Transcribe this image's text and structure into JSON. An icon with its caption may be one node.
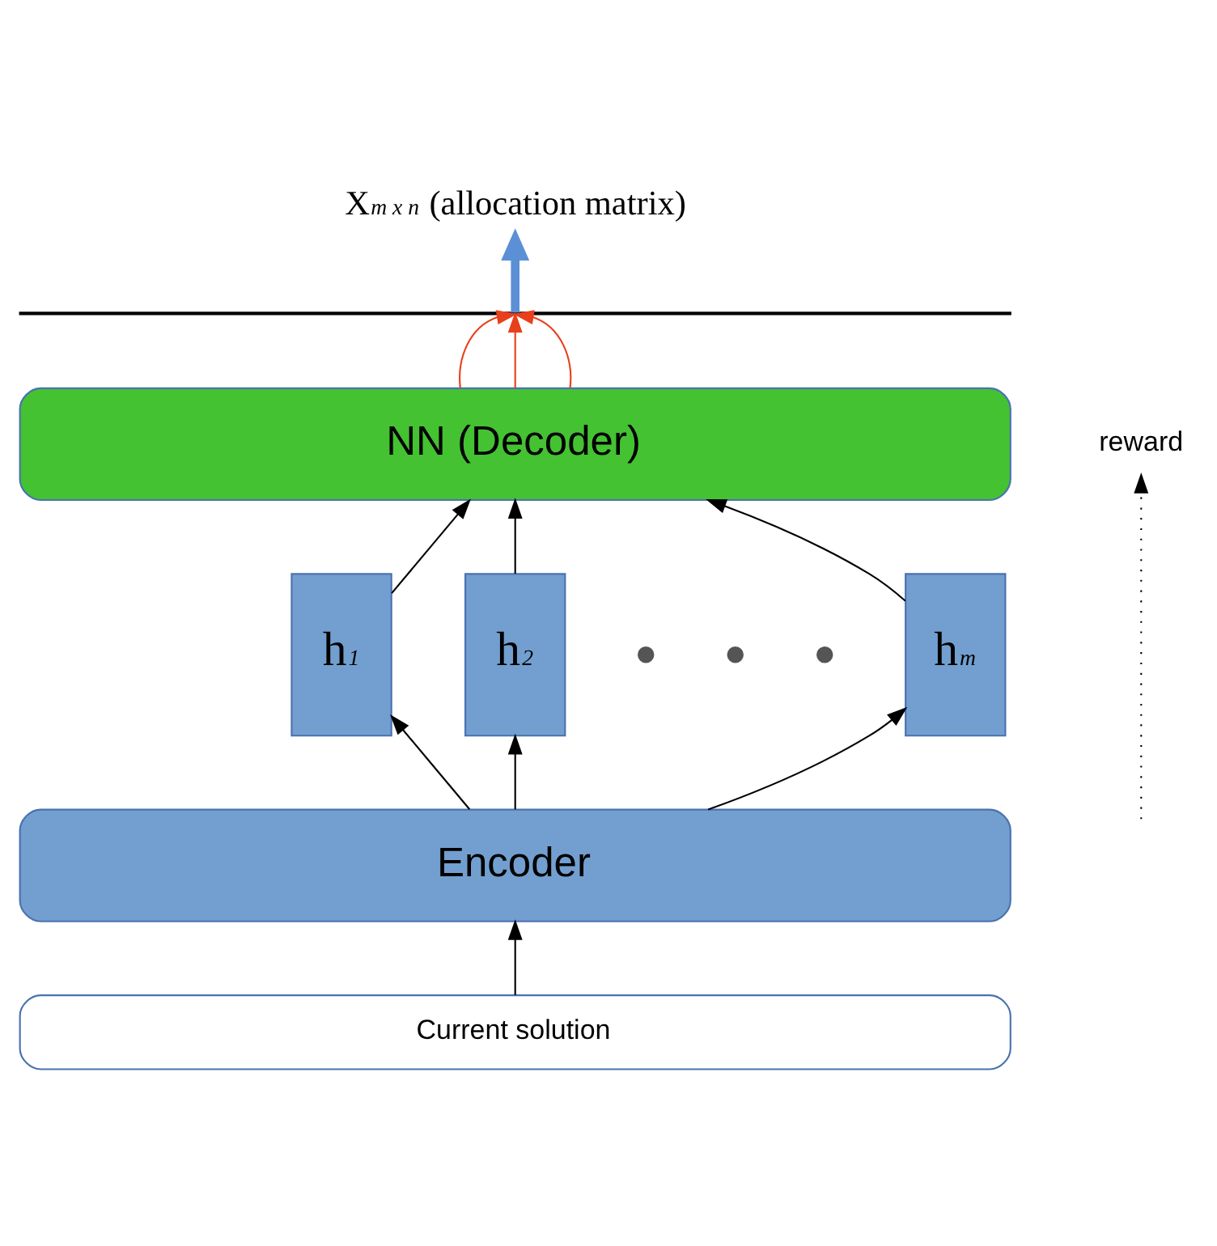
{
  "diagram": {
    "nodes": [
      {
        "text": [
          "X$_{m x n}$ (allocation matrix)"
        ]
      },
      {
        "text": [],
        "shape": "bar"
      },
      {
        "text": [
          "NN (Decoder)"
        ]
      },
      {
        "text": [
          "h$_{1}$"
        ]
      },
      {
        "text": [
          "h$_{2}$"
        ]
      },
      {
        "text": [
          "h$_{m}$"
        ]
      },
      {
        "text": [
          "Encoder"
        ]
      },
      {
        "text": [
          "Current solution"
        ]
      }
    ],
    "edges": [
      {
        "from": 7,
        "to": 6,
        "arrow": "to"
      },
      {
        "from": 6,
        "to": 3,
        "arrow": "to"
      },
      {
        "from": 6,
        "to": 4,
        "arrow": "to"
      },
      {
        "from": 6,
        "to": 5,
        "arrow": "to"
      },
      {
        "from": 3,
        "to": 2,
        "arrow": "to"
      },
      {
        "from": 4,
        "to": 2,
        "arrow": "to"
      },
      {
        "from": 5,
        "to": 2,
        "arrow": "to"
      },
      {
        "from": 2,
        "to": 1,
        "arrow": "to",
        "color": "#e8401c"
      },
      {
        "from": 2,
        "to": 1,
        "arrow": "to",
        "color": "#e8401c"
      },
      {
        "from": 2,
        "to": 1,
        "arrow": "to",
        "color": "#e8401c"
      },
      {
        "from": 1,
        "to": 0,
        "arrow": "to",
        "style": "thick",
        "color": "#5b8fd6"
      }
    ],
    "labels": [
      "reward"
    ]
  }
}
